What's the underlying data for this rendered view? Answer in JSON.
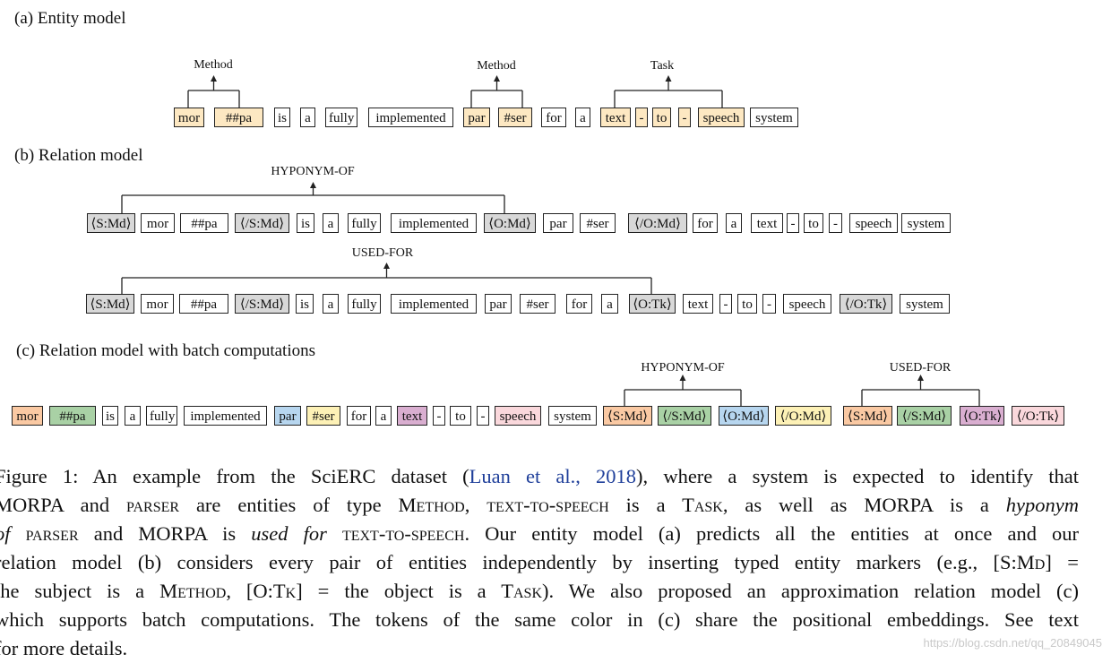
{
  "sections": {
    "a": "(a) Entity model",
    "b": "(b) Relation model",
    "c": "(c) Relation model with batch computations"
  },
  "colors": {
    "entity": "#fde8c2",
    "marker": "#d8d8d8",
    "orange": "#fac9a3",
    "green": "#a9d1a5",
    "blue": "#b7d6ef",
    "yellow": "#fdf1b6",
    "pink": "#d9aed0",
    "rose": "#fad8dc"
  },
  "entity_model": {
    "labels": [
      "Method",
      "Method",
      "Task"
    ],
    "tokens": [
      "mor",
      "##pa",
      "is",
      "a",
      "fully",
      "implemented",
      "par",
      "#ser",
      "for",
      "a",
      "text",
      "-",
      "to",
      "-",
      "speech",
      "system"
    ]
  },
  "relation_b1": {
    "label": "HYPONYM-OF",
    "tokens": [
      "⟨S:Md⟩",
      "mor",
      "##pa",
      "⟨/S:Md⟩",
      "is",
      "a",
      "fully",
      "implemented",
      "⟨O:Md⟩",
      "par",
      "#ser",
      "⟨/O:Md⟩",
      "for",
      "a",
      "text",
      "-",
      "to",
      "-",
      "speech",
      "system"
    ]
  },
  "relation_b2": {
    "label": "USED-FOR",
    "tokens": [
      "⟨S:Md⟩",
      "mor",
      "##pa",
      "⟨/S:Md⟩",
      "is",
      "a",
      "fully",
      "implemented",
      "par",
      "#ser",
      "for",
      "a",
      "⟨O:Tk⟩",
      "text",
      "-",
      "to",
      "-",
      "speech",
      "⟨/O:Tk⟩",
      "system"
    ]
  },
  "relation_c": {
    "labels": [
      "HYPONYM-OF",
      "USED-FOR"
    ],
    "tokens": [
      "mor",
      "##pa",
      "is",
      "a",
      "fully",
      "implemented",
      "par",
      "#ser",
      "for",
      "a",
      "text",
      "-",
      "to",
      "-",
      "speech",
      "system",
      "⟨S:Md⟩",
      "⟨/S:Md⟩",
      "⟨O:Md⟩",
      "⟨/O:Md⟩",
      "⟨S:Md⟩",
      "⟨/S:Md⟩",
      "⟨O:Tk⟩",
      "⟨/O:Tk⟩"
    ]
  },
  "caption": {
    "l1a": "Figure 1:  An example from the SciERC dataset (",
    "cite": "Luan et al., 2018",
    "l1b": "), where a system is expected to identify that",
    "l2a": "MORPA and ",
    "l2b": "parser",
    "l2c": " are entities of type M",
    "l2d": "ethod",
    "l2e": ", ",
    "l2f": "text-to-speech",
    "l2g": " is a T",
    "l2h": "ask",
    "l2i": ", as well as MORPA is a ",
    "l2j": "hyponym",
    "l3a": "of",
    "l3b": " ",
    "l3c": "parser",
    "l3d": " and MORPA is ",
    "l3e": "used for",
    "l3f": " ",
    "l3g": "text-to-speech",
    "l3h": ". Our entity model (a) predicts all the entities at once and our",
    "l4": "relation model (b) considers every pair of entities independently by inserting typed entity markers (e.g., [S:M",
    "l4b": "d",
    "l4c": "] =",
    "l5a": "the subject is a M",
    "l5b": "ethod",
    "l5c": ", [O:T",
    "l5d": "k",
    "l5e": "] = the object is a T",
    "l5f": "ask",
    "l5g": "). We also proposed an approximation relation model (c)",
    "l6": "which supports batch computations. The tokens of the same color in (c) share the positional embeddings. See text",
    "l7": "for more details."
  },
  "watermark": "https://blog.csdn.net/qq_20849045"
}
